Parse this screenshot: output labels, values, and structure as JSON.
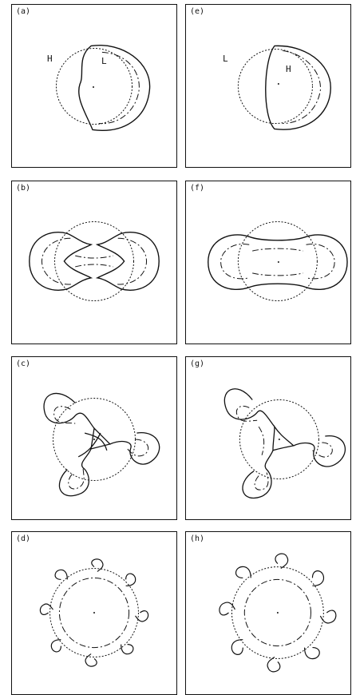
{
  "panels": {
    "a": {
      "label": "(a)",
      "annotations": [
        "H",
        "L"
      ]
    },
    "e": {
      "label": "(e)",
      "annotations": [
        "L",
        "H"
      ]
    },
    "b": {
      "label": "(b)"
    },
    "f": {
      "label": "(f)"
    },
    "c": {
      "label": "(c)"
    },
    "g": {
      "label": "(g)"
    },
    "d": {
      "label": "(d)"
    },
    "h": {
      "label": "(h)"
    }
  }
}
